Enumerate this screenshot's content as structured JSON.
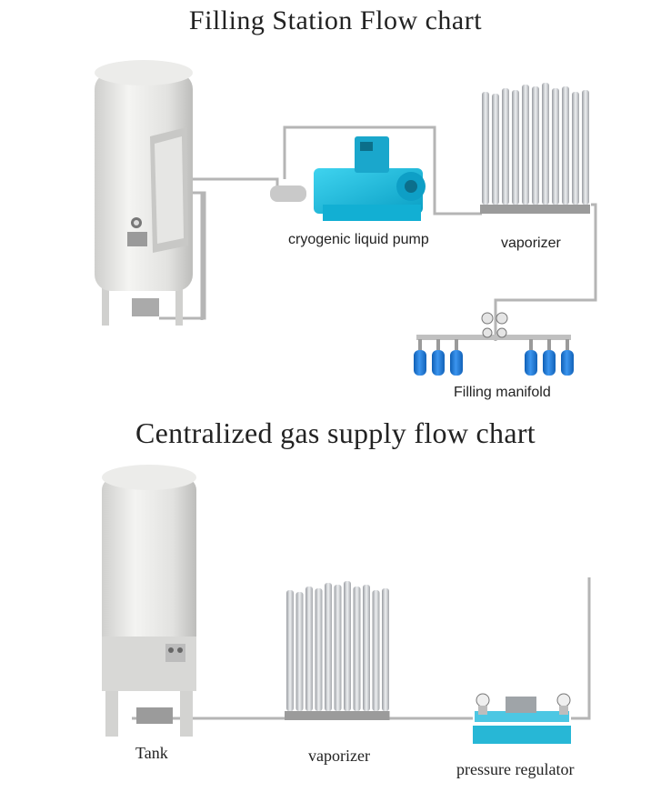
{
  "diagrams": [
    {
      "title": "Filling Station Flow chart",
      "components": [
        {
          "name": "tank",
          "label": ""
        },
        {
          "name": "cryogenic-liquid-pump",
          "label": "cryogenic liquid pump"
        },
        {
          "name": "vaporizer",
          "label": "vaporizer"
        },
        {
          "name": "filling-manifold",
          "label": "Filling manifold"
        }
      ]
    },
    {
      "title": "Centralized gas supply flow chart",
      "components": [
        {
          "name": "tank",
          "label": "Tank"
        },
        {
          "name": "vaporizer",
          "label": "vaporizer"
        },
        {
          "name": "pressure-regulator",
          "label": "pressure regulator"
        }
      ]
    }
  ],
  "colors": {
    "tank_body": "#e4e4e2",
    "pump": "#17b8d8",
    "cylinder": "#1f78d8",
    "pipe": "#b8b8b8"
  }
}
